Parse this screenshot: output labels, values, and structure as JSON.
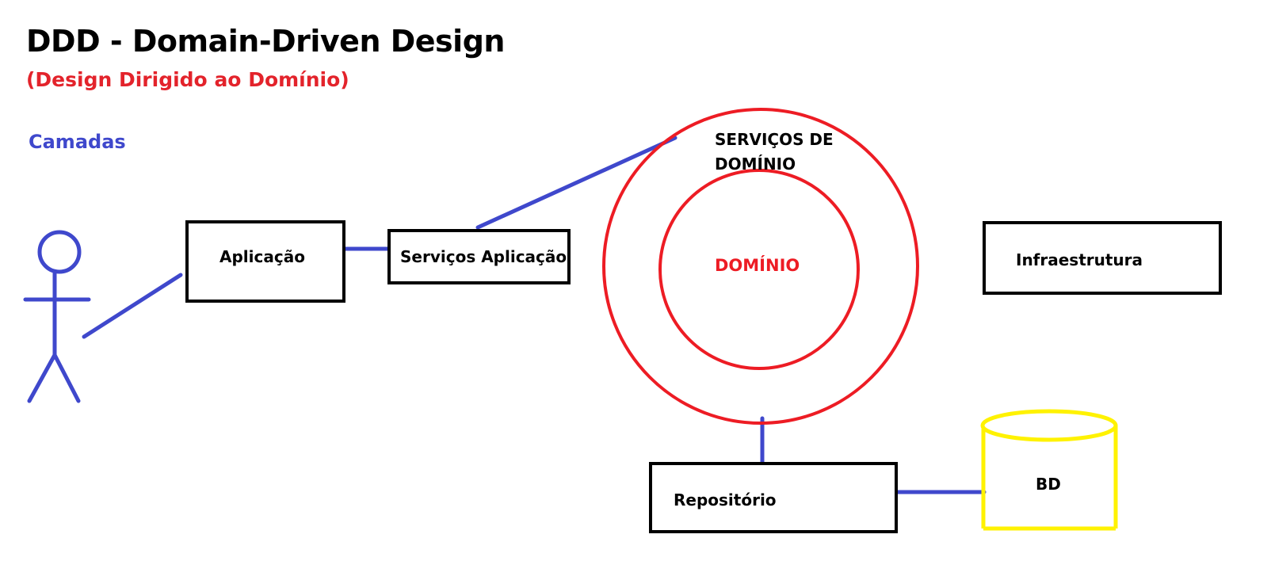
{
  "title": "DDD - Domain-Driven Design",
  "subtitle": "(Design Dirigido ao Domínio)",
  "section_label": "Camadas",
  "nodes": {
    "aplicacao": "Aplicação",
    "servicos_aplicacao": "Serviços Aplicação",
    "servicos_dominio_line1": "SERVIÇOS DE",
    "servicos_dominio_line2": "DOMÍNIO",
    "dominio": "DOMÍNIO",
    "infraestrutura": "Infraestrutura",
    "repositorio": "Repositório",
    "bd": "BD"
  },
  "colors": {
    "title": "#000000",
    "subtitle": "#e3232b",
    "section_label": "#3f48cc",
    "connector": "#3f48cc",
    "ring": "#ed1c24",
    "database": "#fff200",
    "box_border": "#000000"
  }
}
